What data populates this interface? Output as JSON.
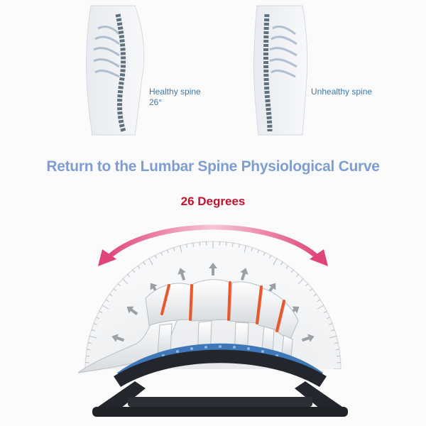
{
  "labels": {
    "healthy": "Healthy spine",
    "healthy_angle": "26°",
    "unhealthy": "Unhealthy spine"
  },
  "headline": "Return to the Lumbar Spine Physiological Curve",
  "degrees_label": "26 Degrees",
  "colors": {
    "headline": "#7e9ed1",
    "degrees": "#c8102e",
    "label": "#3f78ad",
    "arrow_pink": "#e0457a",
    "vertebra_accent": "#e8582a",
    "device_blue": "#3e78b8",
    "device_dark": "#23272d"
  },
  "icons": [
    "healthy-torso-illustration",
    "unhealthy-torso-illustration",
    "curve-arrow-icon",
    "spine-vertebrae-illustration",
    "back-stretcher-device"
  ]
}
